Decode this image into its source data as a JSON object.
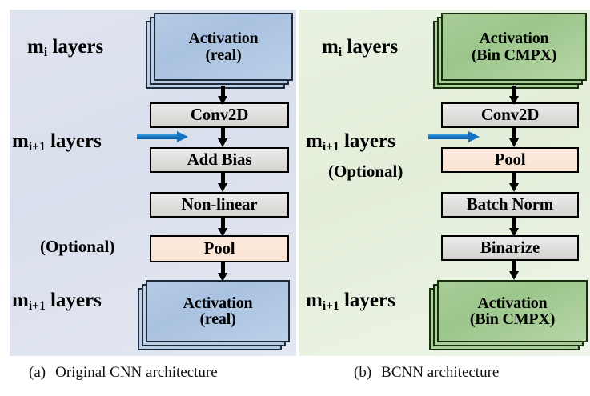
{
  "figure": {
    "title": "CNN vs BCNN architecture comparison",
    "colors": {
      "panel_cnn_bg": "#dfe4ef",
      "panel_bcnn_bg": "#e9f2e2",
      "activation_real_fill": "#a9c2e0",
      "activation_bin_fill": "#9cc68b",
      "process_fill": "#dedddb",
      "pool_fill": "#fbe6d8",
      "arrow_blue": "#1273c4",
      "arrow_black": "#000000"
    }
  },
  "panel_a": {
    "caption_tag": "(a)",
    "caption_text": "Original CNN architecture",
    "labels": {
      "top_layers_prefix": "m",
      "top_layers_sub": "i",
      "top_layers_suffix": " layers",
      "mid_layers_prefix": "m",
      "mid_layers_sub": "i+1",
      "mid_layers_suffix": " layers",
      "optional": "(Optional)",
      "bottom_layers_prefix": "m",
      "bottom_layers_sub": "i+1",
      "bottom_layers_suffix": " layers"
    },
    "blocks": [
      {
        "id": "activation-top",
        "line1": "Activation",
        "line2": "(real)",
        "style": "activation-real"
      },
      {
        "id": "conv2d",
        "line1": "Conv2D",
        "line2": "",
        "style": "process"
      },
      {
        "id": "add-bias",
        "line1": "Add Bias",
        "line2": "",
        "style": "process"
      },
      {
        "id": "non-linear",
        "line1": "Non-linear",
        "line2": "",
        "style": "process"
      },
      {
        "id": "pool",
        "line1": "Pool",
        "line2": "",
        "style": "pool"
      },
      {
        "id": "activation-bottom",
        "line1": "Activation",
        "line2": "(real)",
        "style": "activation-real"
      }
    ]
  },
  "panel_b": {
    "caption_tag": "(b)",
    "caption_text": "BCNN architecture",
    "labels": {
      "top_layers_prefix": "m",
      "top_layers_sub": "i",
      "top_layers_suffix": " layers",
      "mid_layers_prefix": "m",
      "mid_layers_sub": "i+1",
      "mid_layers_suffix": " layers",
      "optional": "(Optional)",
      "bottom_layers_prefix": "m",
      "bottom_layers_sub": "i+1",
      "bottom_layers_suffix": " layers"
    },
    "blocks": [
      {
        "id": "activation-top",
        "line1": "Activation",
        "line2": "(Bin CMPX)",
        "style": "activation-bin"
      },
      {
        "id": "conv2d",
        "line1": "Conv2D",
        "line2": "",
        "style": "process"
      },
      {
        "id": "pool",
        "line1": "Pool",
        "line2": "",
        "style": "pool"
      },
      {
        "id": "batch-norm",
        "line1": "Batch Norm",
        "line2": "",
        "style": "process"
      },
      {
        "id": "binarize",
        "line1": "Binarize",
        "line2": "",
        "style": "process"
      },
      {
        "id": "activation-bottom",
        "line1": "Activation",
        "line2": "(Bin CMPX)",
        "style": "activation-bin"
      }
    ]
  }
}
